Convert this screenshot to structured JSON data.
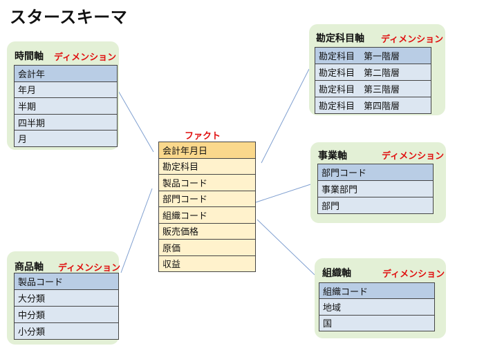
{
  "title": "スタースキーマ",
  "dimension_tag": "ディメンション",
  "fact": {
    "label": "ファクト",
    "rows": [
      "会計年月日",
      "勘定科目",
      "製品コード",
      "部門コード",
      "組織コード",
      "販売価格",
      "原価",
      "収益"
    ]
  },
  "time_dim": {
    "title": "時間軸",
    "rows": [
      "会計年",
      "年月",
      "半期",
      "四半期",
      "月"
    ]
  },
  "product_dim": {
    "title": "商品軸",
    "rows": [
      "製品コード",
      "大分類",
      "中分類",
      "小分類"
    ]
  },
  "account_dim": {
    "title": "勘定科目軸",
    "rows": [
      "勘定科目　第一階層",
      "勘定科目　第二階層",
      "勘定科目　第三階層",
      "勘定科目　第四階層"
    ]
  },
  "business_dim": {
    "title": "事業軸",
    "rows": [
      "部門コード",
      "事業部門",
      "部門"
    ]
  },
  "org_dim": {
    "title": "組織軸",
    "rows": [
      "組織コード",
      "地域",
      "国"
    ]
  }
}
